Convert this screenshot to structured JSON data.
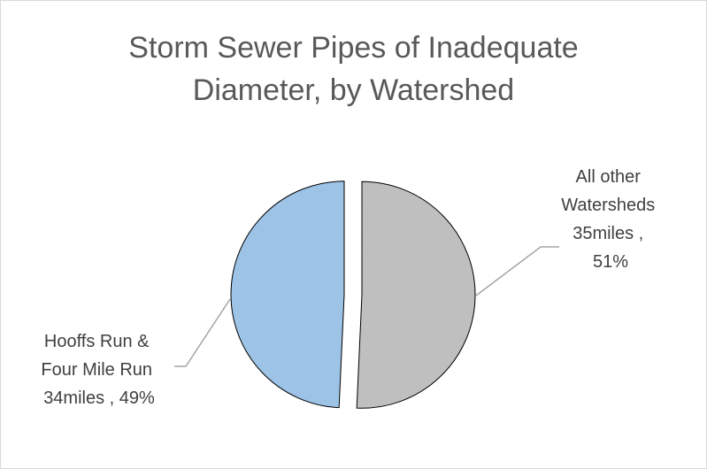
{
  "chart_data": {
    "type": "pie",
    "title_lines": [
      "Storm Sewer Pipes of Inadequate",
      "Diameter, by Watershed"
    ],
    "slices": [
      {
        "label_lines": [
          "All other",
          "Watersheds",
          "35miles ,",
          "51%"
        ],
        "value": 35,
        "unit": "miles",
        "percent": 51,
        "color": "#bfbfbf"
      },
      {
        "label_lines": [
          "Hooffs Run &",
          "Four Mile Run",
          "34miles , 49%"
        ],
        "value": 34,
        "unit": "miles",
        "percent": 49,
        "color": "#9dc3e6"
      }
    ],
    "exploded": true,
    "legend": "none",
    "grid": false
  }
}
